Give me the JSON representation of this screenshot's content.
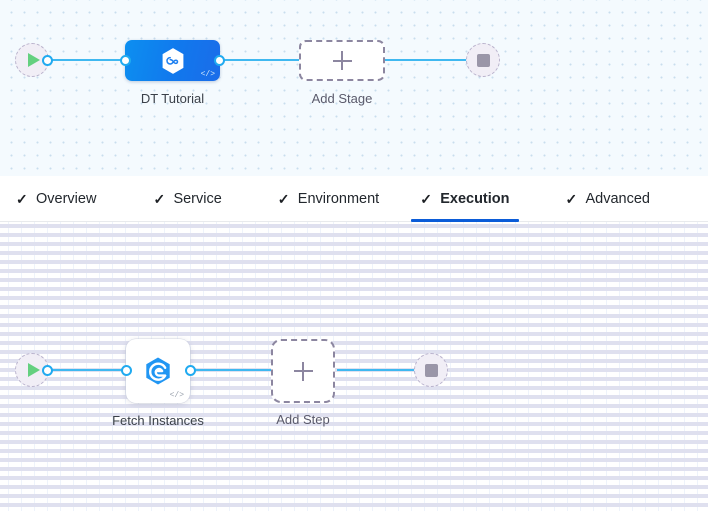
{
  "colors": {
    "accent_blue": "#1b6ce9",
    "wire_blue": "#3fb8f0",
    "tab_active_underline": "#0b5cd8",
    "start_green": "#64d07f",
    "stop_gray": "#9a96a8",
    "stage_canvas_bg": "#f4fafe",
    "step_canvas_bg": "#ffffff"
  },
  "stage_canvas": {
    "start_node": {
      "icon": "play-icon",
      "label": ""
    },
    "nodes": [
      {
        "label": "DT Tutorial",
        "icon": "hexagon-infinity-icon",
        "badge": "</>",
        "selected": true
      }
    ],
    "add_stage": {
      "label": "Add Stage",
      "icon": "plus-icon"
    },
    "end_node": {
      "icon": "stop-icon",
      "label": ""
    }
  },
  "tabs": [
    {
      "label": "Overview",
      "check": "✓",
      "active": false
    },
    {
      "label": "Service",
      "check": "✓",
      "active": false
    },
    {
      "label": "Environment",
      "check": "✓",
      "active": false
    },
    {
      "label": "Execution",
      "check": "✓",
      "active": true
    },
    {
      "label": "Advanced",
      "check": "✓",
      "active": false
    }
  ],
  "step_canvas": {
    "start_node": {
      "icon": "play-icon",
      "label": ""
    },
    "steps": [
      {
        "label": "Fetch Instances",
        "icon": "hexagon-e-icon",
        "badge": "</>"
      }
    ],
    "add_step": {
      "label": "Add Step",
      "icon": "plus-icon"
    },
    "end_node": {
      "icon": "stop-icon",
      "label": ""
    }
  }
}
